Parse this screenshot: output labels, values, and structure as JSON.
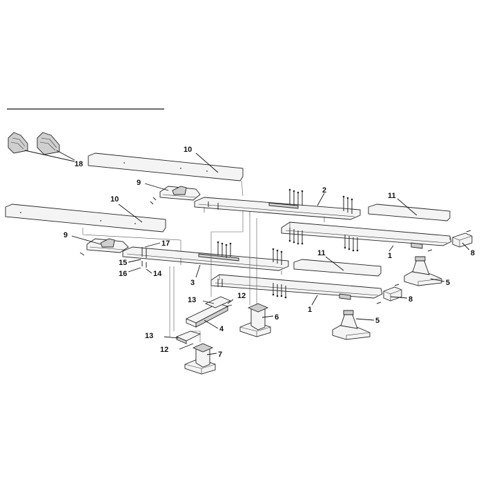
{
  "callouts": {
    "c1a": "1",
    "c1b": "1",
    "c2": "2",
    "c3": "3",
    "c4": "4",
    "c5a": "5",
    "c5b": "5",
    "c6": "6",
    "c7": "7",
    "c8a": "8",
    "c8b": "8",
    "c9a": "9",
    "c9b": "9",
    "c10a": "10",
    "c10b": "10",
    "c11a": "11",
    "c11b": "11",
    "c12a": "12",
    "c12b": "12",
    "c13a": "13",
    "c13b": "13",
    "c14": "14",
    "c15": "15",
    "c16": "16",
    "c17": "17",
    "c18": "18"
  },
  "colors": {
    "ink": "#222222",
    "paper": "#ffffff",
    "fill": "#f4f4f4"
  }
}
